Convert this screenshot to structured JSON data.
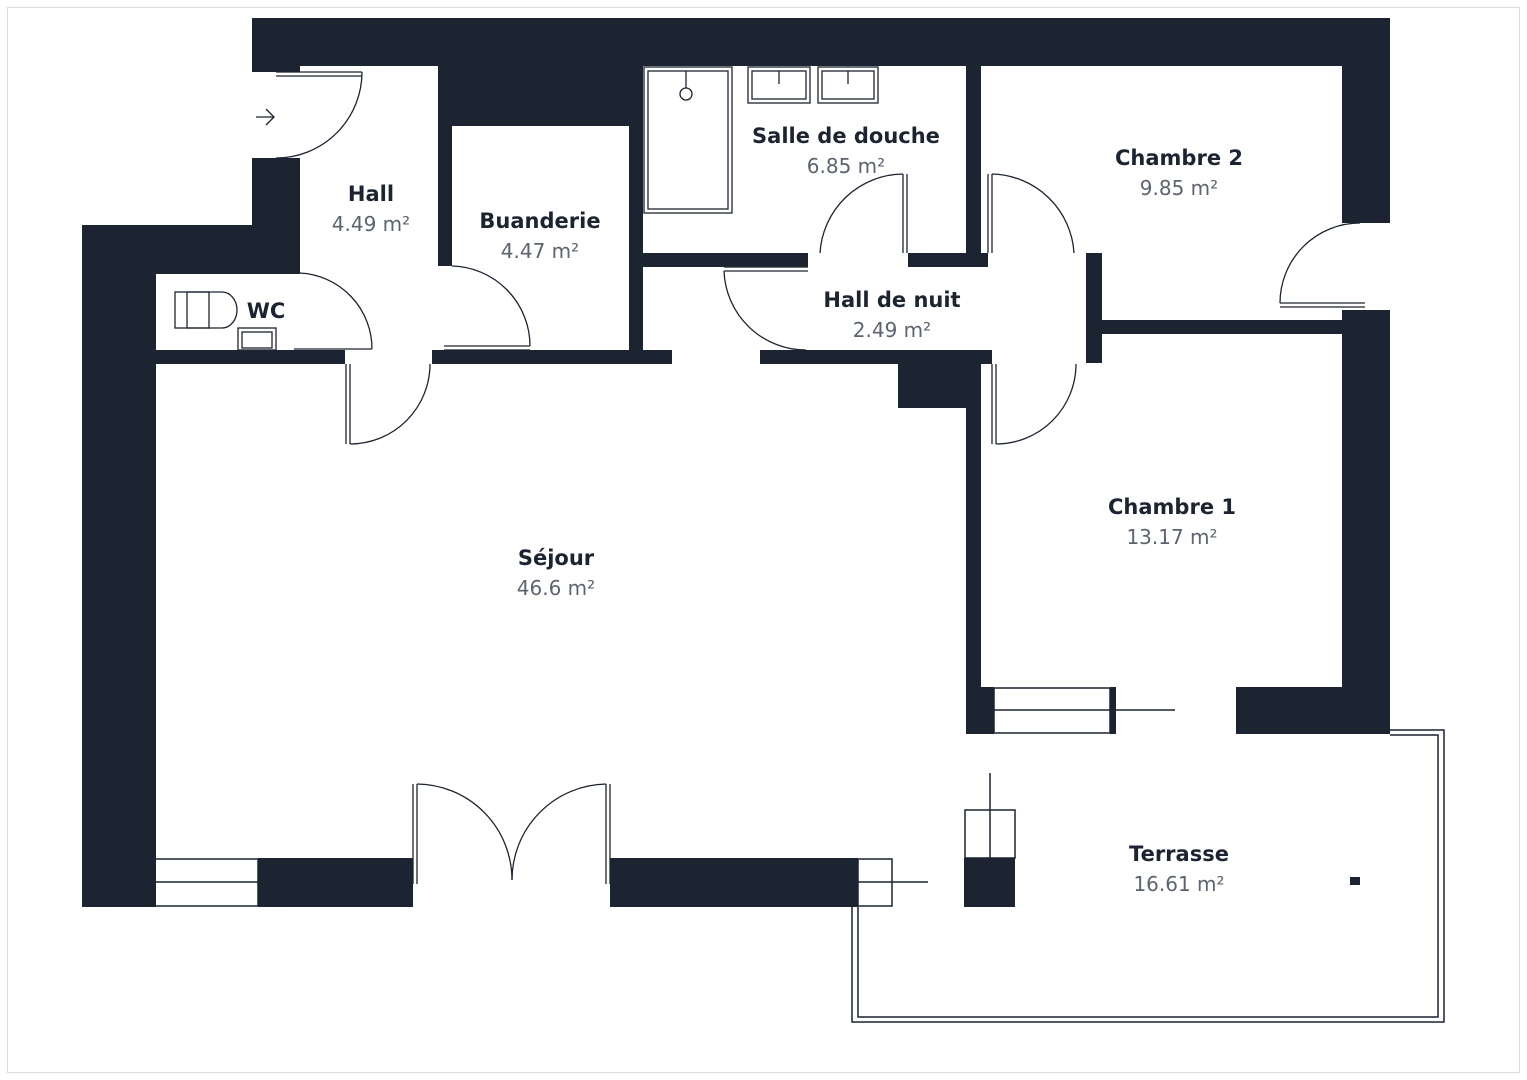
{
  "plan": {
    "colors": {
      "wall": "#1c2431",
      "label": "#1c2431",
      "area": "#5c6470",
      "background": "#ffffff"
    },
    "area_unit": "m²",
    "rooms": [
      {
        "id": "hall",
        "name": "Hall",
        "area": "4.49 m²"
      },
      {
        "id": "buanderie",
        "name": "Buanderie",
        "area": "4.47 m²"
      },
      {
        "id": "salle-de-douche",
        "name": "Salle de douche",
        "area": "6.85 m²"
      },
      {
        "id": "chambre-2",
        "name": "Chambre 2",
        "area": "9.85 m²"
      },
      {
        "id": "wc",
        "name": "WC",
        "area": ""
      },
      {
        "id": "hall-de-nuit",
        "name": "Hall de nuit",
        "area": "2.49 m²"
      },
      {
        "id": "sejour",
        "name": "Séjour",
        "area": "46.6 m²"
      },
      {
        "id": "chambre-1",
        "name": "Chambre 1",
        "area": "13.17 m²"
      },
      {
        "id": "terrasse",
        "name": "Terrasse",
        "area": "16.61 m²"
      }
    ],
    "icons": [
      "entrance-arrow-icon",
      "toilet-icon",
      "sink-icon",
      "shower-icon",
      "washbasin-icon"
    ]
  }
}
